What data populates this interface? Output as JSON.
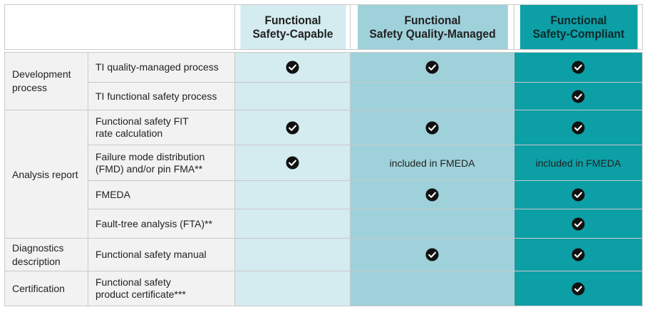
{
  "header": {
    "col1": "Functional\nSafety-Capable",
    "col2": "Functional\nSafety Quality-Managed",
    "col3": "Functional\nSafety-Compliant"
  },
  "groups": {
    "development": "Development process",
    "analysis": "Analysis report",
    "diagnostics": "Diagnostics description",
    "certification": "Certification"
  },
  "items": {
    "ti_quality": "TI quality-managed process",
    "ti_fs_process": "TI functional safety process",
    "fit_line1": "Functional safety FIT",
    "fit_line2": "rate calculation",
    "fmd_line1": "Failure mode distribution",
    "fmd_line2": "(FMD) and/or pin FMA**",
    "fmeda": "FMEDA",
    "fta": "Fault-tree analysis (FTA)**",
    "manual": "Functional safety manual",
    "cert_line1": "Functional safety",
    "cert_line2": "product certificate***"
  },
  "notes": {
    "included_fmeda": "included in FMEDA"
  },
  "icons": {
    "check": "check-circle-icon"
  },
  "colors": {
    "capable": "#d4ebef",
    "quality_managed": "#9fd1da",
    "compliant": "#0d9fa6",
    "label_bg": "#f2f2f2"
  }
}
